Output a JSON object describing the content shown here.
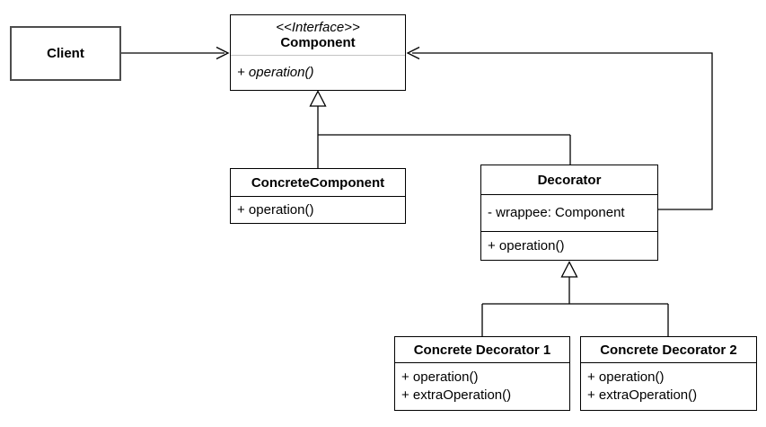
{
  "diagram": {
    "classes": {
      "client": {
        "name": "Client"
      },
      "component": {
        "stereotype": "<<Interface>>",
        "name": "Component",
        "methods": [
          "+ operation()"
        ]
      },
      "concrete_component": {
        "name": "ConcreteComponent",
        "methods": [
          "+ operation()"
        ]
      },
      "decorator": {
        "name": "Decorator",
        "attributes": [
          "- wrappee: Component"
        ],
        "methods": [
          "+ operation()"
        ]
      },
      "concrete_decorator_1": {
        "name": "Concrete Decorator 1",
        "methods": [
          "+ operation()",
          "+ extraOperation()"
        ]
      },
      "concrete_decorator_2": {
        "name": "Concrete Decorator 2",
        "methods": [
          "+ operation()",
          "+ extraOperation()"
        ]
      }
    },
    "relationships": [
      {
        "from": "Client",
        "to": "Component",
        "type": "association"
      },
      {
        "from": "ConcreteComponent",
        "to": "Component",
        "type": "generalization"
      },
      {
        "from": "Decorator",
        "to": "Component",
        "type": "generalization"
      },
      {
        "from": "Decorator.wrappee",
        "to": "Component",
        "type": "association"
      },
      {
        "from": "Concrete Decorator 1",
        "to": "Decorator",
        "type": "generalization"
      },
      {
        "from": "Concrete Decorator 2",
        "to": "Decorator",
        "type": "generalization"
      }
    ],
    "colors": {
      "stroke": "#000000",
      "client_border": "#4d4d4d",
      "interface_divider": "#c3c3c3",
      "background": "#ffffff"
    }
  }
}
